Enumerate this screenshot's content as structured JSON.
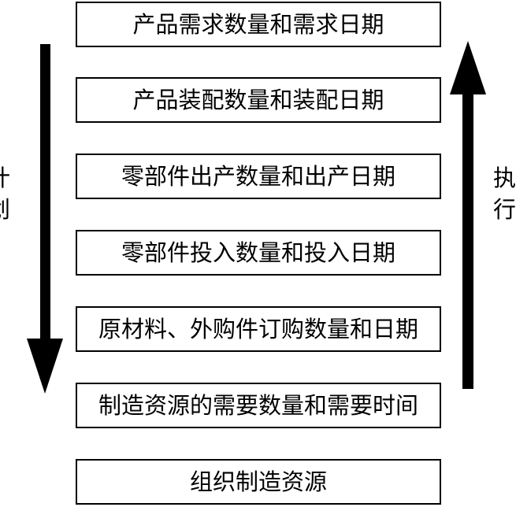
{
  "steps": [
    "产品需求数量和需求日期",
    "产品装配数量和装配日期",
    "零部件出产数量和出产日期",
    "零部件投入数量和投入日期",
    "原材料、外购件订购数量和日期",
    "制造资源的需要数量和需要时间",
    "组织制造资源"
  ],
  "left_label": {
    "char1": "计",
    "char2": "划"
  },
  "right_label": {
    "char1": "执",
    "char2": "行"
  },
  "colors": {
    "line": "#000000",
    "background": "#ffffff"
  }
}
